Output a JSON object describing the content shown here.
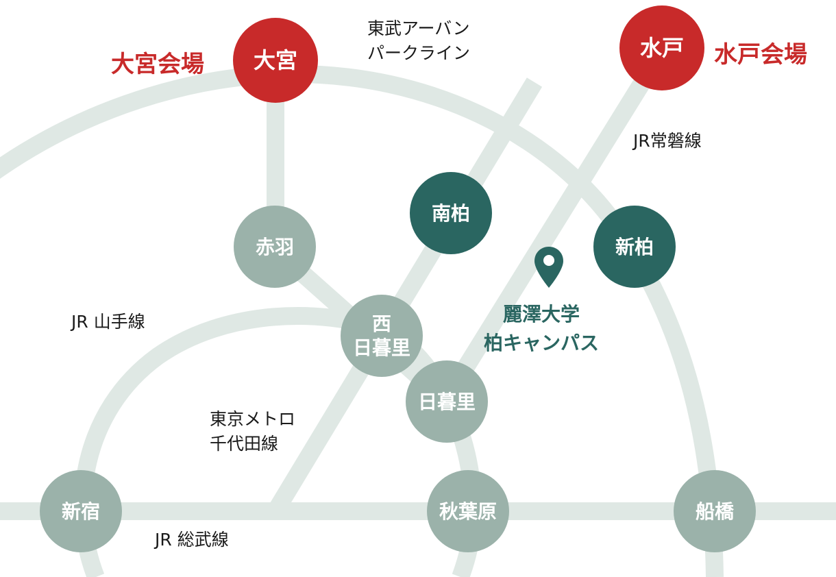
{
  "colors": {
    "line": "#dfe8e4",
    "venue_red": "#c82a2a",
    "station_dark": "#2a6661",
    "station_light": "#9bb2aa",
    "label_text": "#1a1a1a",
    "campus_text": "#2a6661"
  },
  "venues": {
    "omiya": "大宮会場",
    "mito": "水戸会場"
  },
  "stations": {
    "omiya": "大宮",
    "mito": "水戸",
    "minami_kashiwa": "南柏",
    "shin_kashiwa": "新柏",
    "akabane": "赤羽",
    "nishi_nippori_line1": "西",
    "nishi_nippori_line2": "日暮里",
    "nippori": "日暮里",
    "shinjuku": "新宿",
    "akihabara": "秋葉原",
    "funabashi": "船橋"
  },
  "lines": {
    "tobu_line1": "東武アーバン",
    "tobu_line2": "パークライン",
    "joban": "JR常磐線",
    "yamanote": "JR 山手線",
    "chiyoda_line1": "東京メトロ",
    "chiyoda_line2": "千代田線",
    "sobu": "JR 総武線"
  },
  "campus": {
    "line1": "麗澤大学",
    "line2": "柏キャンパス",
    "icon": "map-pin-icon"
  }
}
